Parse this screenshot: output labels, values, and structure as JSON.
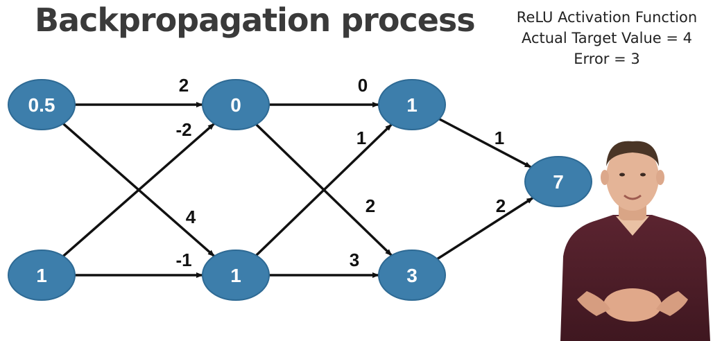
{
  "title": "Backpropagation process",
  "info": {
    "activation": "ReLU Activation Function",
    "target": "Actual Target Value = 4",
    "error": "Error = 3"
  },
  "colors": {
    "node_fill": "#3d7eab",
    "node_stroke": "#2e6a94",
    "edge": "#111111",
    "title": "#3a3a3a"
  },
  "network": {
    "nodes": [
      {
        "id": "input-top",
        "value": "0.5"
      },
      {
        "id": "input-bottom",
        "value": "1"
      },
      {
        "id": "hidden1-top",
        "value": "0"
      },
      {
        "id": "hidden1-bottom",
        "value": "1"
      },
      {
        "id": "hidden2-top",
        "value": "1"
      },
      {
        "id": "hidden2-bottom",
        "value": "3"
      },
      {
        "id": "output",
        "value": "7"
      }
    ],
    "weights": [
      {
        "from": "input-top",
        "to": "hidden1-top",
        "weight": "2"
      },
      {
        "from": "input-top",
        "to": "hidden1-bottom",
        "weight": "4"
      },
      {
        "from": "input-bottom",
        "to": "hidden1-top",
        "weight": "-2"
      },
      {
        "from": "input-bottom",
        "to": "hidden1-bottom",
        "weight": "-1"
      },
      {
        "from": "hidden1-top",
        "to": "hidden2-top",
        "weight": "0"
      },
      {
        "from": "hidden1-top",
        "to": "hidden2-bottom",
        "weight": "2"
      },
      {
        "from": "hidden1-bottom",
        "to": "hidden2-top",
        "weight": "1"
      },
      {
        "from": "hidden1-bottom",
        "to": "hidden2-bottom",
        "weight": "3"
      },
      {
        "from": "hidden2-top",
        "to": "output",
        "weight": "1"
      },
      {
        "from": "hidden2-bottom",
        "to": "output",
        "weight": "2"
      }
    ]
  },
  "presenter": {
    "icon": "presenter-person-icon"
  }
}
